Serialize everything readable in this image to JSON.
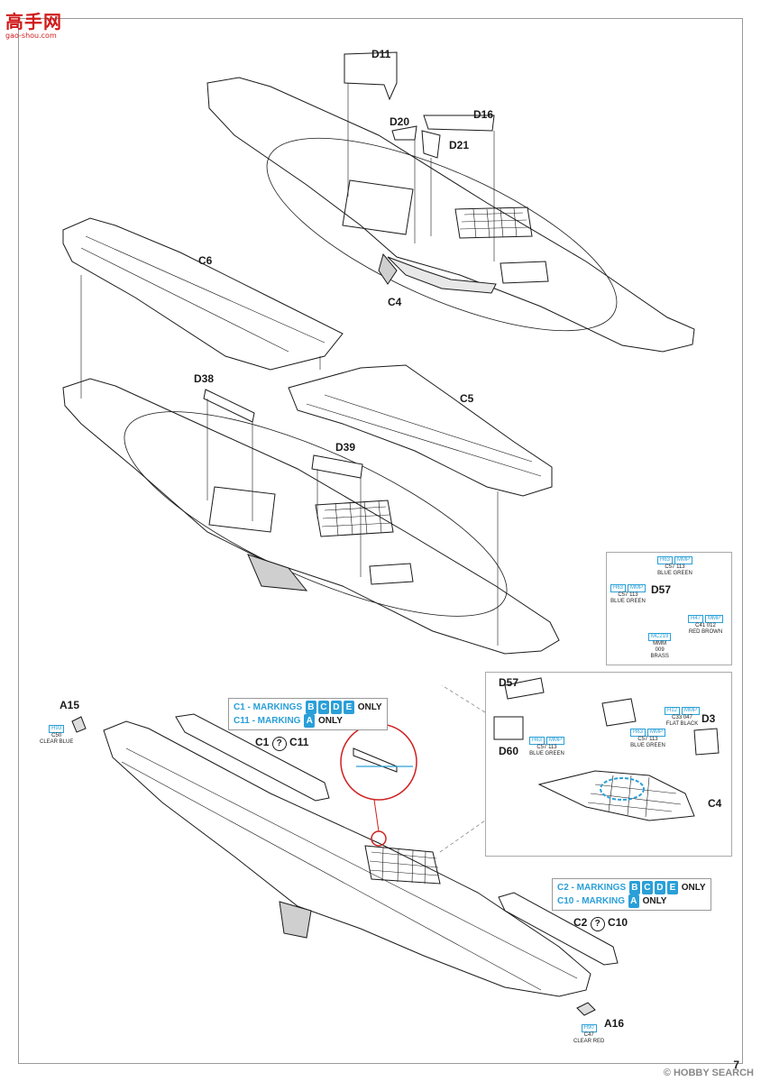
{
  "site_logo": {
    "title": "高手网",
    "url": "gao-shou.com"
  },
  "page_number": "7",
  "watermark": "© HOBBY SEARCH",
  "parts": {
    "d11": "D11",
    "d16": "D16",
    "d20": "D20",
    "d21": "D21",
    "c4_top": "C4",
    "c6": "C6",
    "d38": "D38",
    "c5": "C5",
    "d39": "D39",
    "d57": "D57",
    "d57_b": "D57",
    "d60": "D60",
    "d3": "D3",
    "c4_inset": "C4",
    "a15": "A15",
    "a16": "A16",
    "c1c11": "C1",
    "c11": "C11",
    "c2c10": "C2",
    "c10": "C10",
    "q1": "?",
    "q2": "?"
  },
  "notes": {
    "c1_prefix": "C1 - MARKINGS",
    "c1_suffix": "ONLY",
    "c11_prefix": "C11 - MARKING",
    "c11_suffix": "ONLY",
    "c2_prefix": "C2 - MARKINGS",
    "c2_suffix": "ONLY",
    "c10_prefix": "C10 - MARKING",
    "c10_suffix": "ONLY",
    "marks_multi": [
      "B",
      "C",
      "D",
      "E"
    ],
    "mark_single": "A"
  },
  "paint": {
    "blue_green_1": {
      "h": "H63",
      "mmp": "MMP",
      "c": "C57",
      "num": "113",
      "name": "BLUE GREEN"
    },
    "blue_green_2": {
      "h": "H63",
      "mmp": "MMP",
      "c": "C57",
      "num": "113",
      "name": "BLUE GREEN"
    },
    "red_brown": {
      "h": "H47",
      "mmp": "MMP",
      "c": "C41",
      "num": "012",
      "name": "RED BROWN"
    },
    "brass": {
      "h": "MC219",
      "mmp": "MMM",
      "num": "009",
      "name": "BRASS"
    },
    "blue_green_3": {
      "h": "H63",
      "mmp": "MMP",
      "c": "C57",
      "num": "113",
      "name": "BLUE GREEN"
    },
    "flat_black": {
      "h": "H12",
      "mmp": "MMP",
      "c": "C33",
      "num": "047",
      "name": "FLAT BLACK"
    },
    "blue_green_4": {
      "h": "H63",
      "mmp": "MMP",
      "c": "C57",
      "num": "113",
      "name": "BLUE GREEN"
    },
    "clear_blue": {
      "h": "H93",
      "c": "C50",
      "name": "CLEAR BLUE"
    },
    "clear_red": {
      "h": "H90",
      "c": "C47",
      "name": "CLEAR RED"
    }
  },
  "colors": {
    "accent": "#2a9fd8",
    "highlight": "#d02020",
    "line": "#1a1a1a"
  }
}
